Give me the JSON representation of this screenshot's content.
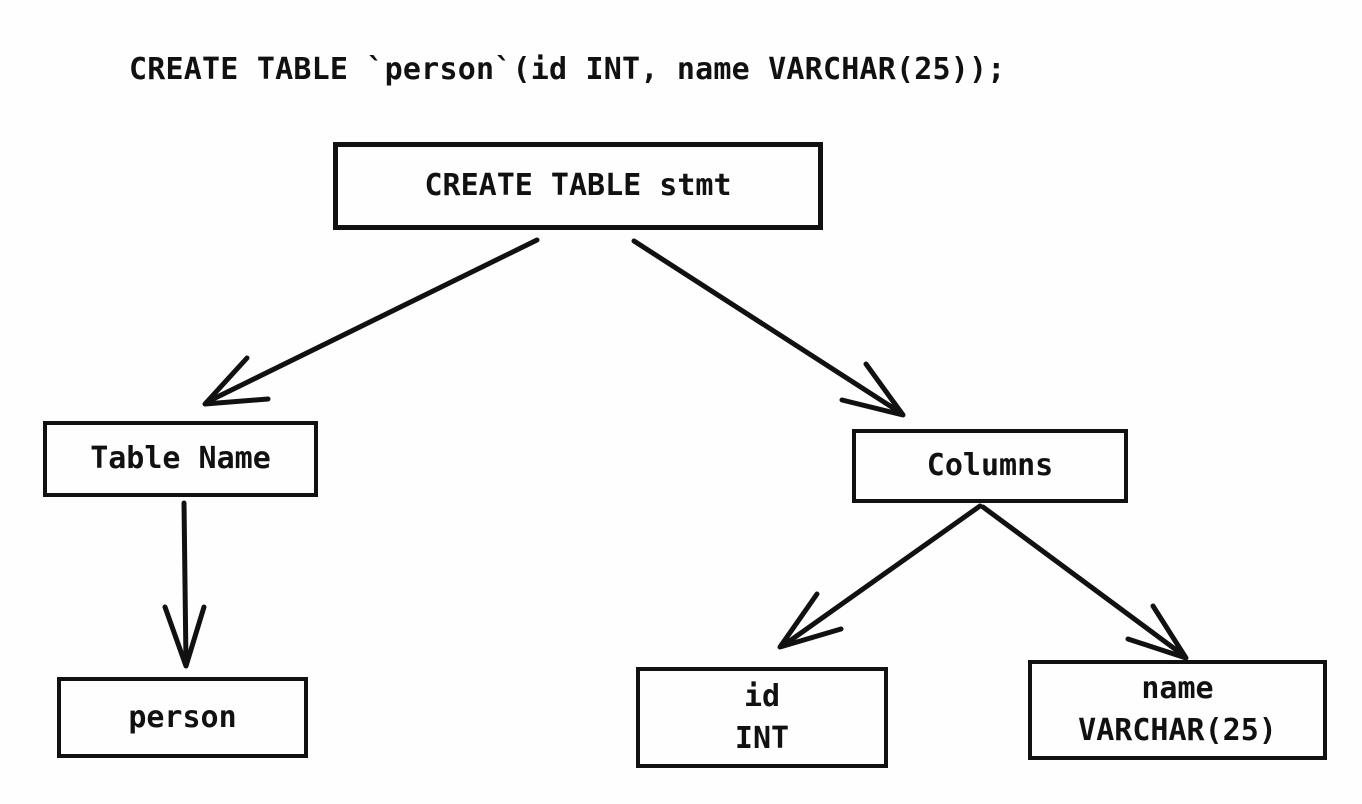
{
  "header": {
    "sql_statement": "CREATE TABLE `person`(id INT, name VARCHAR(25));"
  },
  "diagram": {
    "type": "parse-tree",
    "nodes": {
      "root": {
        "label": "CREATE TABLE stmt"
      },
      "table_name": {
        "label": "Table Name"
      },
      "columns": {
        "label": "Columns"
      },
      "person": {
        "label": "person"
      },
      "id_column": {
        "line1": "id",
        "line2": "INT"
      },
      "name_column": {
        "line1": "name",
        "line2": "VARCHAR(25)"
      }
    },
    "edges": [
      {
        "from": "CREATE TABLE stmt",
        "to": "Table Name"
      },
      {
        "from": "CREATE TABLE stmt",
        "to": "Columns"
      },
      {
        "from": "Table Name",
        "to": "person"
      },
      {
        "from": "Columns",
        "to": "id INT"
      },
      {
        "from": "Columns",
        "to": "name VARCHAR(25)"
      }
    ],
    "colors": {
      "background": "#fefefe",
      "line": "#111111",
      "text": "#111111"
    }
  }
}
